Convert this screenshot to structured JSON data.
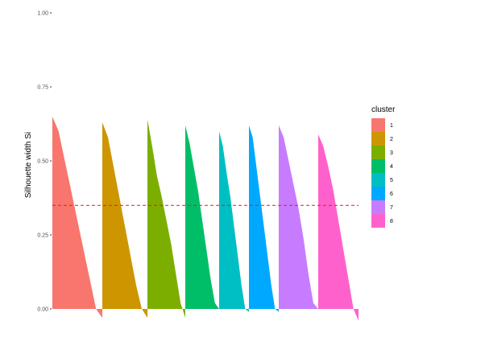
{
  "chart_data": {
    "type": "bar",
    "title": "",
    "xlabel": "",
    "ylabel": "Silhouette width Si",
    "ylim": [
      0,
      1
    ],
    "yticks": [
      {
        "value": 0,
        "label": "0.00"
      },
      {
        "value": 0.25,
        "label": "0.25"
      },
      {
        "value": 0.5,
        "label": "0.50"
      },
      {
        "value": 0.75,
        "label": "0.75"
      },
      {
        "value": 1,
        "label": "1.00"
      }
    ],
    "grid": false,
    "average_silhouette_width": 0.35,
    "reference_line_color": "#E41A1C",
    "legend": {
      "title": "cluster",
      "placement": "right"
    },
    "series": [
      {
        "name": "1",
        "color": "#F8766D",
        "n_points": 62,
        "values": [
          0.65,
          0.6,
          0.5,
          0.4,
          0.3,
          0.2,
          0.1,
          0.0,
          -0.03
        ]
      },
      {
        "name": "2",
        "color": "#CD9600",
        "n_points": 56,
        "values": [
          0.63,
          0.58,
          0.48,
          0.38,
          0.28,
          0.18,
          0.08,
          0.0,
          -0.03
        ]
      },
      {
        "name": "3",
        "color": "#7CAE00",
        "n_points": 47,
        "values": [
          0.64,
          0.55,
          0.45,
          0.38,
          0.3,
          0.22,
          0.12,
          0.02,
          -0.03
        ]
      },
      {
        "name": "4",
        "color": "#00BE67",
        "n_points": 42,
        "values": [
          0.62,
          0.56,
          0.48,
          0.4,
          0.3,
          0.2,
          0.1,
          0.02,
          0.0
        ]
      },
      {
        "name": "5",
        "color": "#00BFC4",
        "n_points": 37,
        "values": [
          0.6,
          0.55,
          0.46,
          0.38,
          0.28,
          0.18,
          0.08,
          0.0,
          -0.01
        ]
      },
      {
        "name": "6",
        "color": "#00A9FF",
        "n_points": 37,
        "values": [
          0.62,
          0.58,
          0.48,
          0.38,
          0.28,
          0.18,
          0.08,
          0.0,
          -0.01
        ]
      },
      {
        "name": "7",
        "color": "#C77CFF",
        "n_points": 49,
        "values": [
          0.62,
          0.58,
          0.5,
          0.42,
          0.34,
          0.24,
          0.12,
          0.02,
          0.0
        ]
      },
      {
        "name": "8",
        "color": "#FF61CC",
        "n_points": 50,
        "values": [
          0.59,
          0.55,
          0.48,
          0.4,
          0.3,
          0.2,
          0.1,
          0.0,
          -0.04
        ]
      }
    ]
  }
}
